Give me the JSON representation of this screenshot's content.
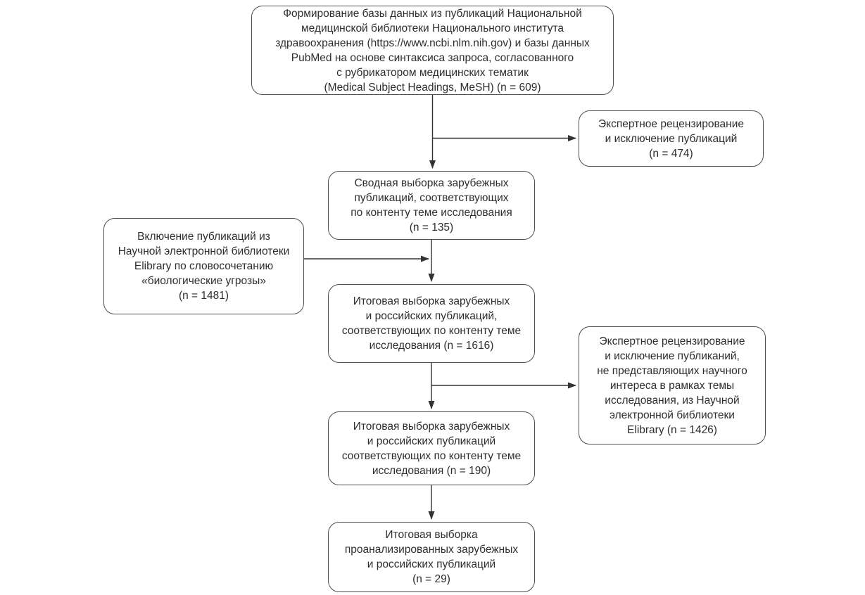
{
  "diagram": {
    "title": "Publication selection flow diagram",
    "colors": {
      "background": "#ffffff",
      "box_border": "#4d4d4d",
      "connector": "#333333",
      "text": "#2e2e2e"
    },
    "boxes": [
      {
        "id": "source-database",
        "n": 609,
        "lines": [
          "Формирование базы данных из публикаций Национальной",
          "медицинской библиотеки Национального института",
          "здравоохранения (https://www.ncbi.nlm.nih.gov) и базы данных",
          "PubMed на основе синтаксиса запроса, согласованного",
          "с рубрикатором медицинских тематик",
          "(Medical Subject Headings, MeSH) (n = 609)"
        ]
      },
      {
        "id": "expert-review-exclusion",
        "n": 474,
        "lines": [
          "Экспертное рецензирование",
          "и исключение публикаций",
          "(n = 474)"
        ]
      },
      {
        "id": "summary-foreign-sample",
        "n": 135,
        "lines": [
          "Сводная выборка зарубежных",
          "публикаций, соответствующих",
          "по контенту теме исследования",
          "(n = 135)"
        ]
      },
      {
        "id": "elibrary-inclusion",
        "n": 1481,
        "lines": [
          "Включение публикаций из",
          "Научной электронной библиотеки",
          "Elibrary по словосочетанию",
          "«биологические угрозы»",
          "(n = 1481)"
        ]
      },
      {
        "id": "final-sample-combined",
        "n": 1616,
        "lines": [
          "Итоговая выборка зарубежных",
          "и российских публикаций,",
          "соответствующих по контенту теме",
          "исследования (n = 1616)"
        ]
      },
      {
        "id": "expert-review-elibrary-exclusion",
        "n": 1426,
        "lines": [
          "Экспертное рецензирование",
          "и исключение публиканий,",
          "не представляющих научного",
          "интереса в рамках темы",
          "исследования, из Научной",
          "электронной библиотеки",
          "Elibrary (n = 1426)"
        ]
      },
      {
        "id": "final-sample-filtered",
        "n": 190,
        "lines": [
          "Итоговая выборка зарубежных",
          "и российских публикаций",
          "соответствующих по контенту теме",
          "исследования (n = 190)"
        ]
      },
      {
        "id": "final-analyzed-sample",
        "n": 29,
        "lines": [
          "Итоговая выборка",
          "проанализированных зарубежных",
          "и российских публикаций",
          "(n = 29)"
        ]
      }
    ],
    "connectors": [
      {
        "from": "source-database",
        "to": "summary-foreign-sample",
        "direction": "down"
      },
      {
        "from": "source-database",
        "to": "expert-review-exclusion",
        "direction": "right"
      },
      {
        "from": "summary-foreign-sample",
        "to": "final-sample-combined",
        "direction": "down"
      },
      {
        "from": "elibrary-inclusion",
        "to": "final-sample-combined",
        "direction": "right"
      },
      {
        "from": "final-sample-combined",
        "to": "final-sample-filtered",
        "direction": "down"
      },
      {
        "from": "final-sample-combined",
        "to": "expert-review-elibrary-exclusion",
        "direction": "right"
      },
      {
        "from": "final-sample-filtered",
        "to": "final-analyzed-sample",
        "direction": "down"
      }
    ]
  }
}
